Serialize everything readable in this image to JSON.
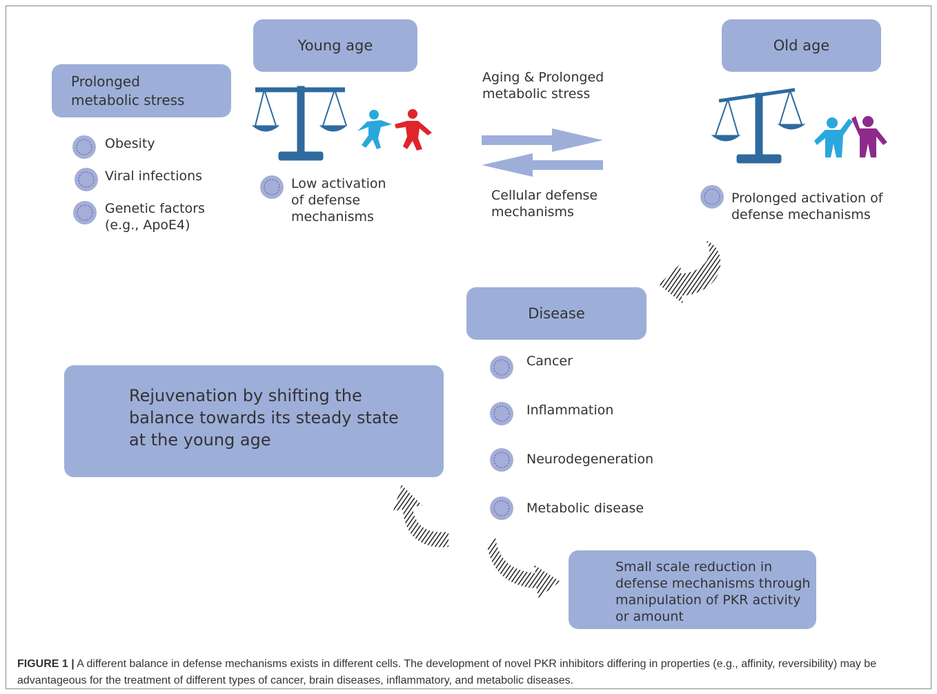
{
  "stress": {
    "title": "Prolonged metabolic stress",
    "items": [
      "Obesity",
      "Viral infections",
      "Genetic factors (e.g., ApoE4)"
    ]
  },
  "young": {
    "title": "Young age",
    "note": "Low activation of defense mechanisms"
  },
  "old": {
    "title": "Old age",
    "note": "Prolonged activation of defense mechanisms"
  },
  "arrows": {
    "forward": "Aging & Prolonged metabolic stress",
    "backward": "Cellular defense mechanisms"
  },
  "disease": {
    "title": "Disease",
    "items": [
      "Cancer",
      "Inflammation",
      "Neurodegeneration",
      "Metabolic disease"
    ]
  },
  "rejuvenation": "Rejuvenation by shifting the balance towards its steady state at the young age",
  "reduction": "Small scale reduction in defense mechanisms through manipulation of PKR activity or amount",
  "caption": {
    "label": "FIGURE 1 |",
    "text": " A different balance in defense mechanisms exists in different cells. The development of novel PKR inhibitors differing in properties (e.g., affinity, reversibility) may be advantageous for the treatment of different types of cancer, brain diseases, inflammatory, and metabolic diseases."
  },
  "colors": {
    "box": "#9dafd9",
    "scale": "#2f6a9e",
    "child_blue": "#2aa7dc",
    "child_red": "#e0242c",
    "adult_purple": "#8e2a8c",
    "arrow": "#9dafd9"
  }
}
